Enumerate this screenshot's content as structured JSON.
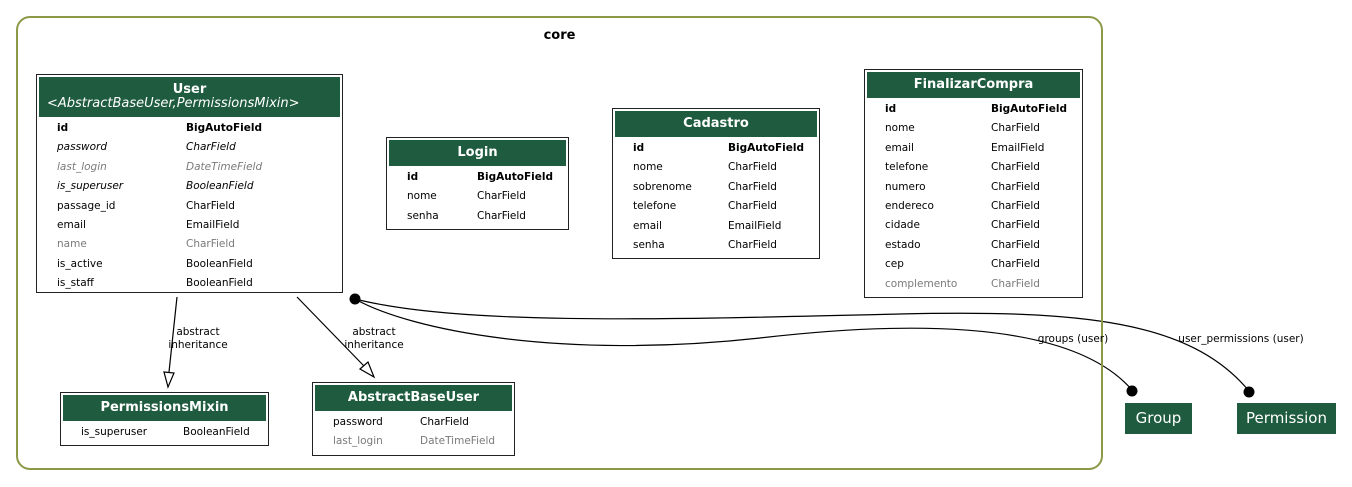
{
  "cluster": {
    "title": "core"
  },
  "models": {
    "user": {
      "title": "User",
      "subtitle": "<AbstractBaseUser,PermissionsMixin>",
      "fields": [
        {
          "name": "id",
          "type": "BigAutoField",
          "style": "pk"
        },
        {
          "name": "password",
          "type": "CharField",
          "style": "inh"
        },
        {
          "name": "last_login",
          "type": "DateTimeField",
          "style": "inh opt"
        },
        {
          "name": "is_superuser",
          "type": "BooleanField",
          "style": "inh"
        },
        {
          "name": "passage_id",
          "type": "CharField",
          "style": ""
        },
        {
          "name": "email",
          "type": "EmailField",
          "style": ""
        },
        {
          "name": "name",
          "type": "CharField",
          "style": "opt"
        },
        {
          "name": "is_active",
          "type": "BooleanField",
          "style": ""
        },
        {
          "name": "is_staff",
          "type": "BooleanField",
          "style": ""
        }
      ]
    },
    "login": {
      "title": "Login",
      "fields": [
        {
          "name": "id",
          "type": "BigAutoField",
          "style": "pk"
        },
        {
          "name": "nome",
          "type": "CharField",
          "style": ""
        },
        {
          "name": "senha",
          "type": "CharField",
          "style": ""
        }
      ]
    },
    "cadastro": {
      "title": "Cadastro",
      "fields": [
        {
          "name": "id",
          "type": "BigAutoField",
          "style": "pk"
        },
        {
          "name": "nome",
          "type": "CharField",
          "style": ""
        },
        {
          "name": "sobrenome",
          "type": "CharField",
          "style": ""
        },
        {
          "name": "telefone",
          "type": "CharField",
          "style": ""
        },
        {
          "name": "email",
          "type": "EmailField",
          "style": ""
        },
        {
          "name": "senha",
          "type": "CharField",
          "style": ""
        }
      ]
    },
    "finalizar": {
      "title": "FinalizarCompra",
      "fields": [
        {
          "name": "id",
          "type": "BigAutoField",
          "style": "pk"
        },
        {
          "name": "nome",
          "type": "CharField",
          "style": ""
        },
        {
          "name": "email",
          "type": "EmailField",
          "style": ""
        },
        {
          "name": "telefone",
          "type": "CharField",
          "style": ""
        },
        {
          "name": "numero",
          "type": "CharField",
          "style": ""
        },
        {
          "name": "endereco",
          "type": "CharField",
          "style": ""
        },
        {
          "name": "cidade",
          "type": "CharField",
          "style": ""
        },
        {
          "name": "estado",
          "type": "CharField",
          "style": ""
        },
        {
          "name": "cep",
          "type": "CharField",
          "style": ""
        },
        {
          "name": "complemento",
          "type": "CharField",
          "style": "opt"
        }
      ]
    },
    "permmixin": {
      "title": "PermissionsMixin",
      "fields": [
        {
          "name": "is_superuser",
          "type": "BooleanField",
          "style": ""
        }
      ]
    },
    "absuser": {
      "title": "AbstractBaseUser",
      "fields": [
        {
          "name": "password",
          "type": "CharField",
          "style": ""
        },
        {
          "name": "last_login",
          "type": "DateTimeField",
          "style": "opt"
        }
      ]
    }
  },
  "external": {
    "group": "Group",
    "permission": "Permission"
  },
  "edges": {
    "inherit_label_1": "abstract\ninheritance",
    "inherit_label_2": "abstract\ninheritance",
    "groups_label": "groups (user)",
    "perms_label": "user_permissions (user)"
  },
  "colors": {
    "header": "#1f5c3f",
    "cluster_border": "#8a9a48",
    "optional_text": "#7a7a7a"
  }
}
